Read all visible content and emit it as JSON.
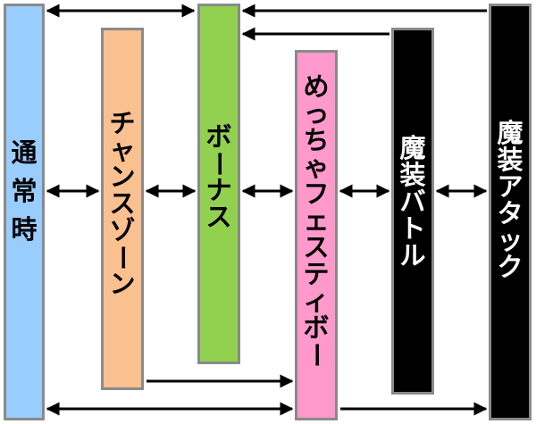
{
  "states": [
    {
      "id": "normal",
      "label": "通常時",
      "color": "#99ccff",
      "text_color": "#000000"
    },
    {
      "id": "chance",
      "label": "チャンスゾーン",
      "color": "#fac090",
      "text_color": "#000000"
    },
    {
      "id": "bonus",
      "label": "ボーナス",
      "color": "#92d050",
      "text_color": "#000000"
    },
    {
      "id": "fest",
      "label": "めっちゃフェスティボー",
      "color": "#ff99cc",
      "text_color": "#000000"
    },
    {
      "id": "battle",
      "label": "魔装バトル",
      "color": "#000000",
      "text_color": "#ffffff"
    },
    {
      "id": "attack",
      "label": "魔装アタック",
      "color": "#000000",
      "text_color": "#ffffff"
    }
  ],
  "colors": {
    "arrow": "#000000",
    "border": "#8a8a8a"
  }
}
